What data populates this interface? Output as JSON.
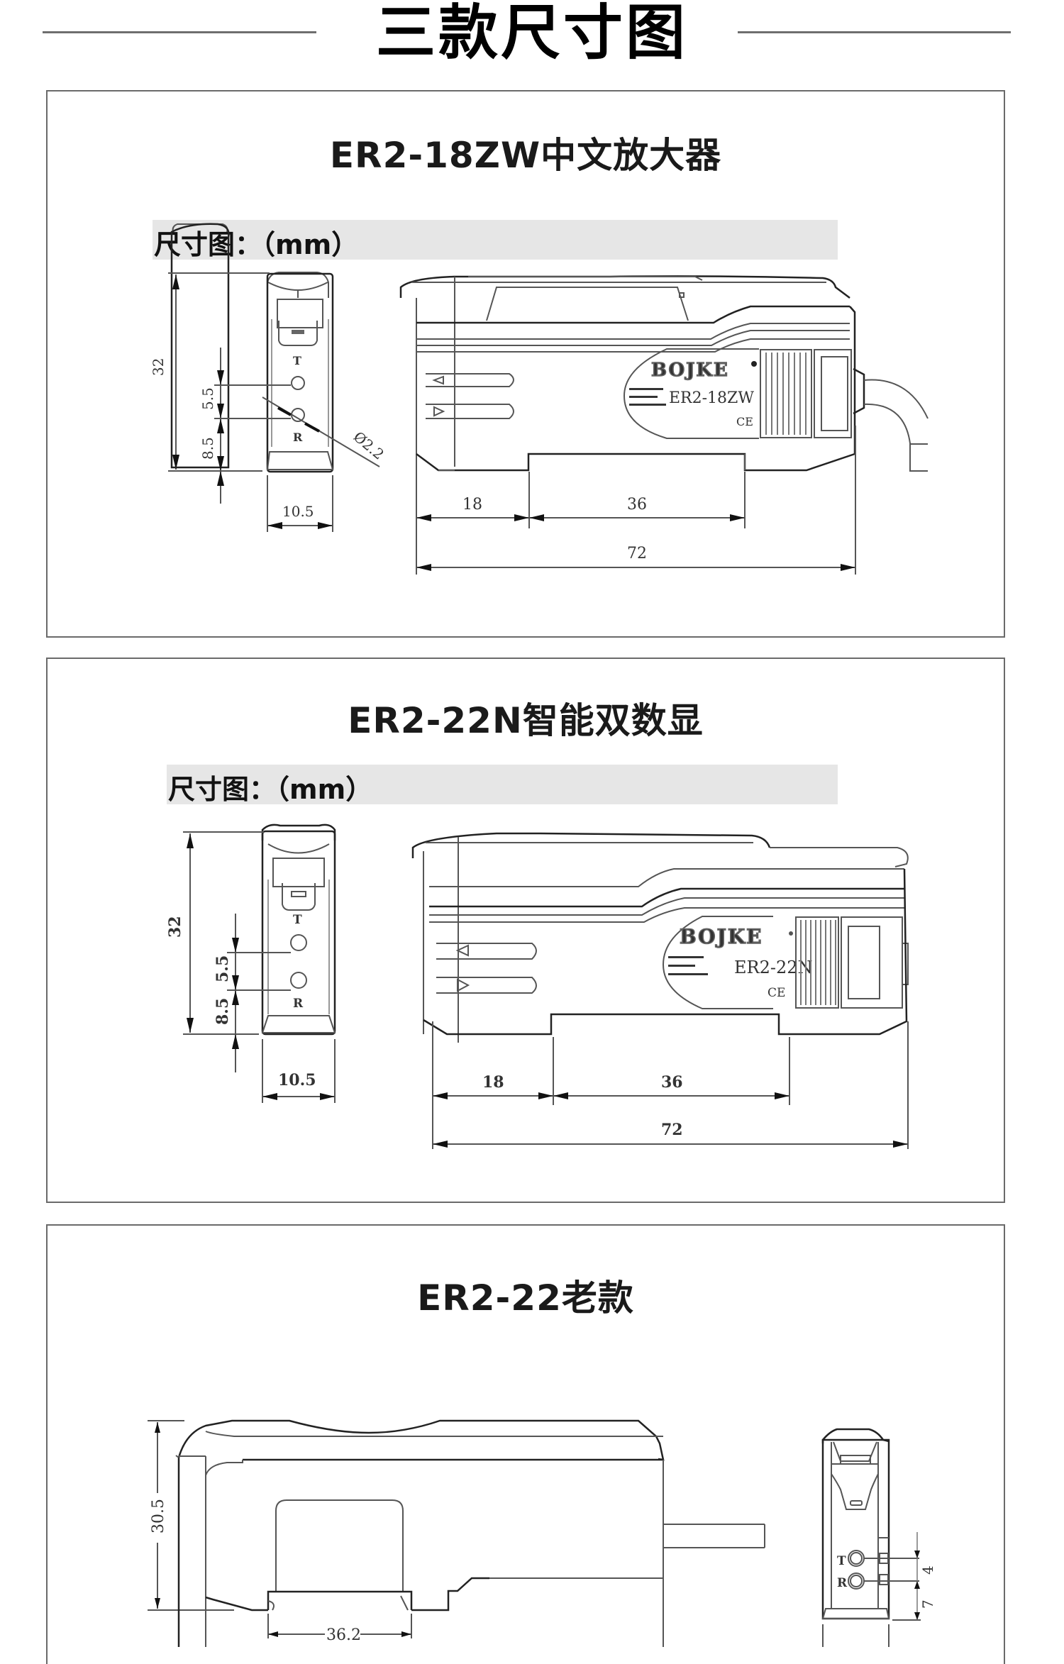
{
  "header": {
    "title": "三款尺寸图"
  },
  "panels": [
    {
      "title": "ER2-18ZW中文放大器",
      "dim_label": "尺寸图：（mm）",
      "front_view": {
        "height": "32",
        "hole_spacing": "5.5",
        "bottom_offset": "8.5",
        "width": "10.5",
        "hole_diameter": "Ø2.2",
        "hole_top_label": "T",
        "hole_bottom_label": "R"
      },
      "side_view": {
        "brand": "BOJKE",
        "model": "ER2-18ZW",
        "cert": "CE",
        "dim_left": "18",
        "dim_rail": "36",
        "dim_total": "72"
      }
    },
    {
      "title": "ER2-22N智能双数显",
      "dim_label": "尺寸图：（mm）",
      "front_view": {
        "height": "32",
        "hole_spacing": "5.5",
        "bottom_offset": "8.5",
        "width": "10.5",
        "hole_top_label": "T",
        "hole_bottom_label": "R"
      },
      "side_view": {
        "brand": "BOJKE",
        "model": "ER2-22N",
        "cert": "CE",
        "dim_left": "18",
        "dim_rail": "36",
        "dim_total": "72"
      }
    },
    {
      "title": "ER2-22老款",
      "side_view": {
        "height": "30.5",
        "dim_rail": "36.2"
      },
      "front_view": {
        "hole_top_label": "T",
        "hole_bottom_label": "R",
        "hole_spacing": "4",
        "bottom_offset": "7"
      }
    }
  ]
}
